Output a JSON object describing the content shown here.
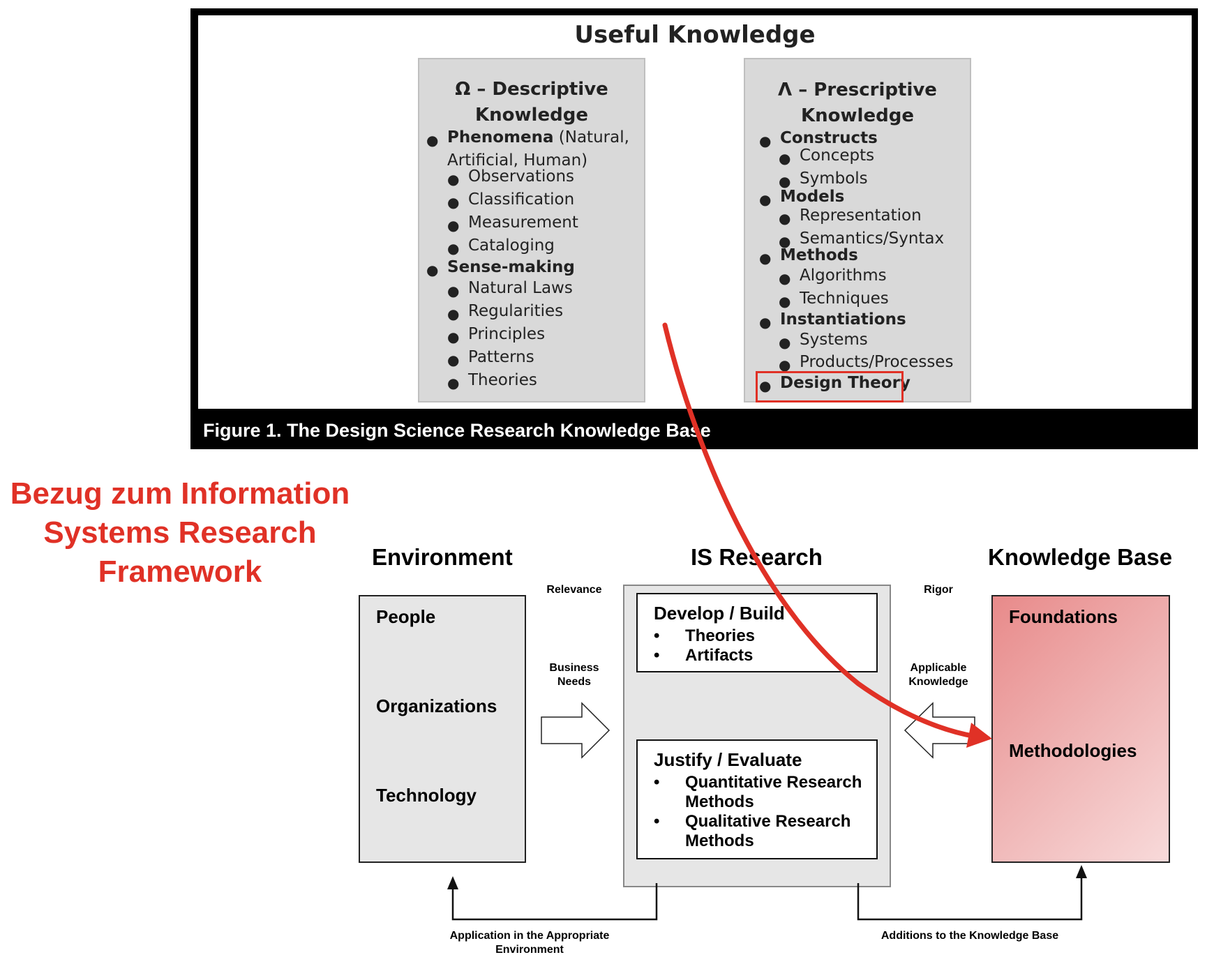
{
  "figure1": {
    "title": "Useful Knowledge",
    "caption": "Figure 1.  The Design Science Research Knowledge Base",
    "descriptive": {
      "title_line1": "Ω  – Descriptive",
      "title_line2": "Knowledge",
      "phenomena_label": "Phenomena",
      "phenomena_detail": " (Natural,",
      "phenomena_detail2": "Artificial, Human)",
      "phenomena_items": [
        "Observations",
        "Classification",
        "Measurement",
        "Cataloging"
      ],
      "sensemaking_label": "Sense-making",
      "sensemaking_items": [
        "Natural Laws",
        "Regularities",
        "Principles",
        "Patterns",
        "Theories"
      ]
    },
    "prescriptive": {
      "title_line1": "Λ  – Prescriptive",
      "title_line2": "Knowledge",
      "constructs_label": "Constructs",
      "constructs_items": [
        "Concepts",
        "Symbols"
      ],
      "models_label": "Models",
      "models_items": [
        "Representation",
        "Semantics/Syntax"
      ],
      "methods_label": "Methods",
      "methods_items": [
        "Algorithms",
        "Techniques"
      ],
      "instantiations_label": "Instantiations",
      "instantiations_items": [
        "Systems",
        "Products/Processes"
      ],
      "design_theory_label": "Design Theory"
    }
  },
  "reference_heading": [
    "Bezug zum Information",
    "Systems Research",
    "Framework"
  ],
  "framework": {
    "environment": {
      "title": "Environment",
      "items": [
        "People",
        "Organizations",
        "Technology"
      ]
    },
    "is_research": {
      "title": "IS Research",
      "develop": {
        "title": "Develop / Build",
        "items": [
          "Theories",
          "Artifacts"
        ]
      },
      "justify": {
        "title": "Justify / Evaluate",
        "items": [
          [
            "Quantitative Research",
            "Methods"
          ],
          [
            "Qualitative Research",
            "Methods"
          ]
        ]
      }
    },
    "knowledge_base": {
      "title": "Knowledge Base",
      "items": [
        "Foundations",
        "Methodologies"
      ]
    },
    "labels": {
      "relevance": "Relevance",
      "business_needs": [
        "Business",
        "Needs"
      ],
      "rigor": "Rigor",
      "applicable_knowledge": [
        "Applicable",
        "Knowledge"
      ],
      "application": [
        "Application in the Appropriate",
        "Environment"
      ],
      "additions": "Additions to the Knowledge Base"
    }
  },
  "colors": {
    "accent_red": "#e03126",
    "box_gray": "#d9d9d9",
    "kb_pink": "#eda0a0"
  }
}
